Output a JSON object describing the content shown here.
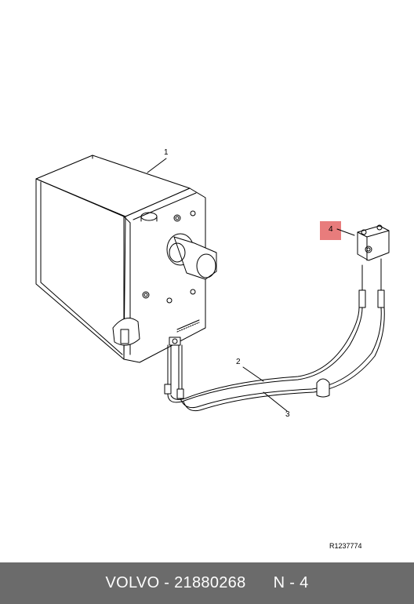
{
  "callouts": {
    "c1": "1",
    "c2": "2",
    "c3": "3",
    "c4": "4"
  },
  "reference_code": "R1237774",
  "footer": {
    "brand": "VOLVO",
    "separator": " - ",
    "part_number": "21880268",
    "position": "N - 4"
  },
  "colors": {
    "highlight": "#e87c7c",
    "footer_bg": "#6b6b6b",
    "line": "#000000"
  }
}
